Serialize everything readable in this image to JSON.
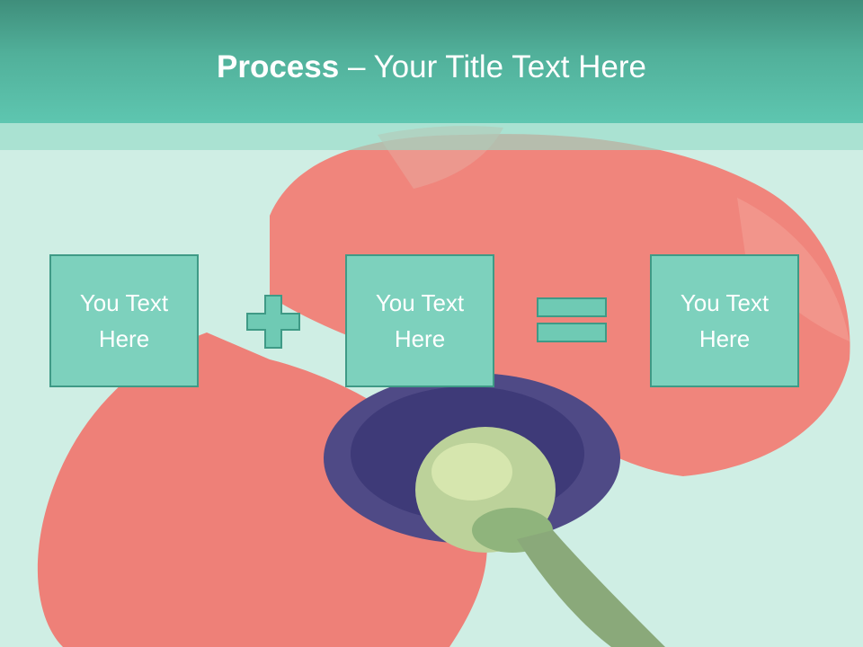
{
  "slide": {
    "title_bold": "Process",
    "title_sep": " – ",
    "title_rest": "Your Title Text Here"
  },
  "boxes": [
    {
      "text": "You Text Here"
    },
    {
      "text": "You Text Here"
    },
    {
      "text": "You Text Here"
    }
  ],
  "operators": {
    "first": "plus-icon",
    "second": "equals-icon"
  },
  "colors": {
    "header": "#51b09a",
    "box_fill": "#7dd1bd",
    "box_border": "#3f9a86",
    "background": "#cfeee4",
    "poppy_petal": "#f0857c"
  }
}
